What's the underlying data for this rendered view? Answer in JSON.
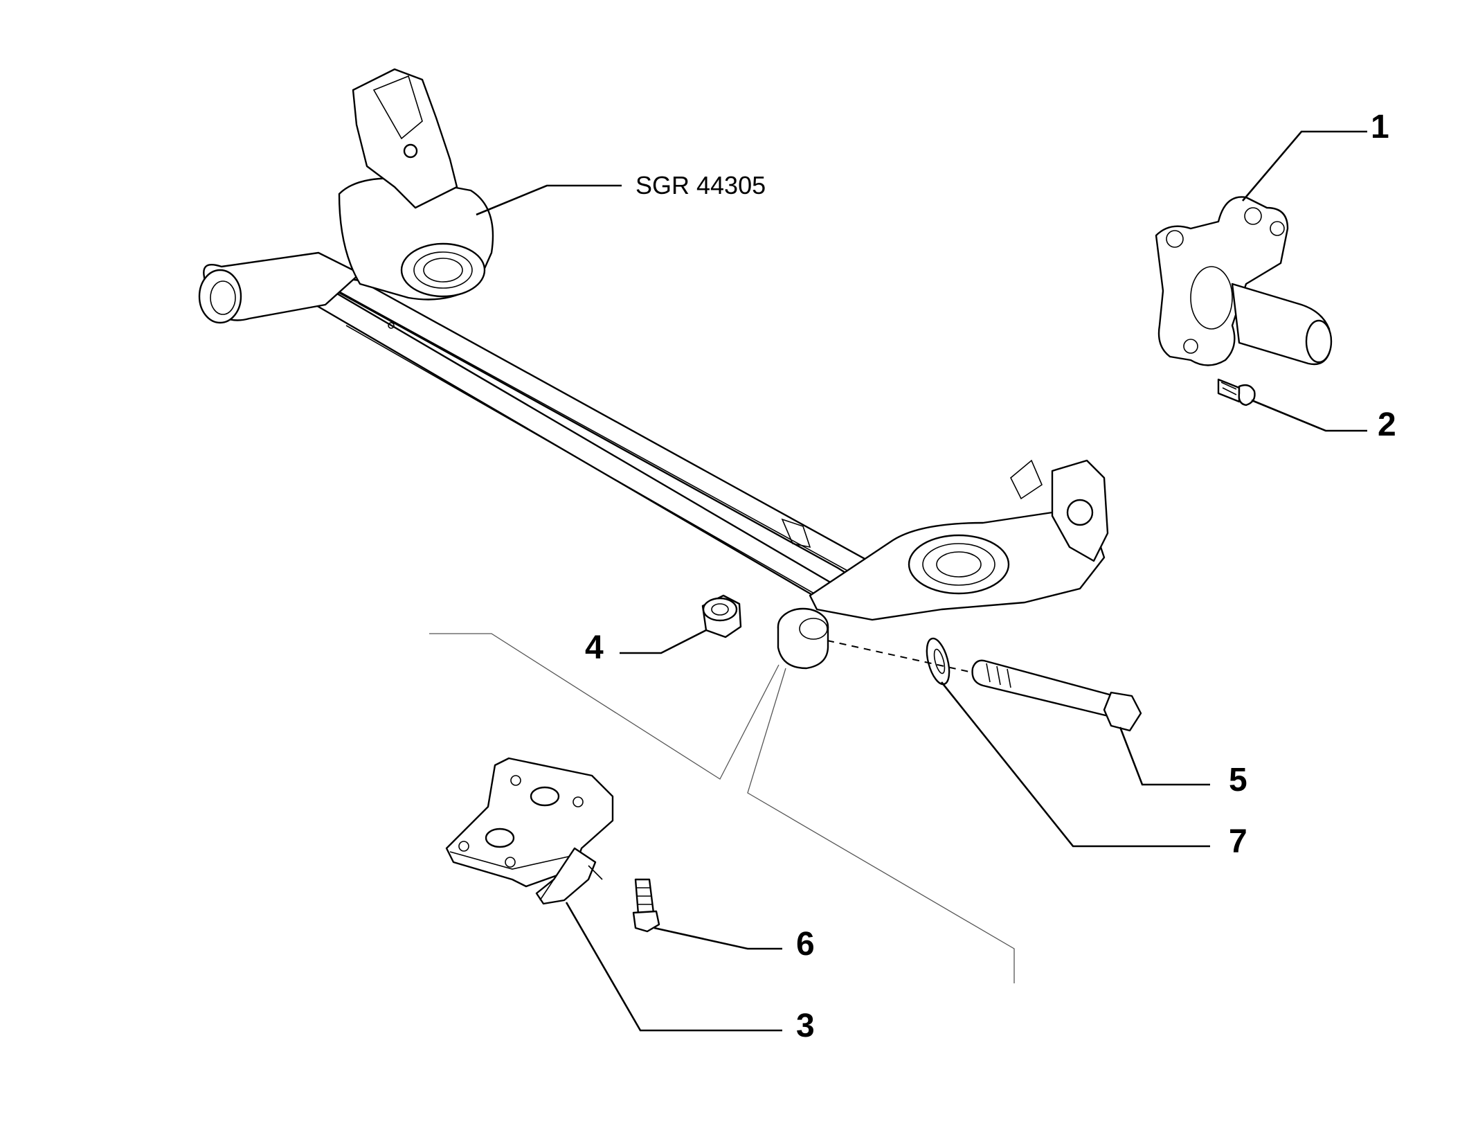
{
  "reference": {
    "label": "SGR 44305"
  },
  "callouts": [
    {
      "id": "1",
      "text": "1"
    },
    {
      "id": "2",
      "text": "2"
    },
    {
      "id": "3",
      "text": "3"
    },
    {
      "id": "4",
      "text": "4"
    },
    {
      "id": "5",
      "text": "5"
    },
    {
      "id": "6",
      "text": "6"
    },
    {
      "id": "7",
      "text": "7"
    }
  ],
  "colors": {
    "line": "#000000",
    "background": "#ffffff"
  }
}
